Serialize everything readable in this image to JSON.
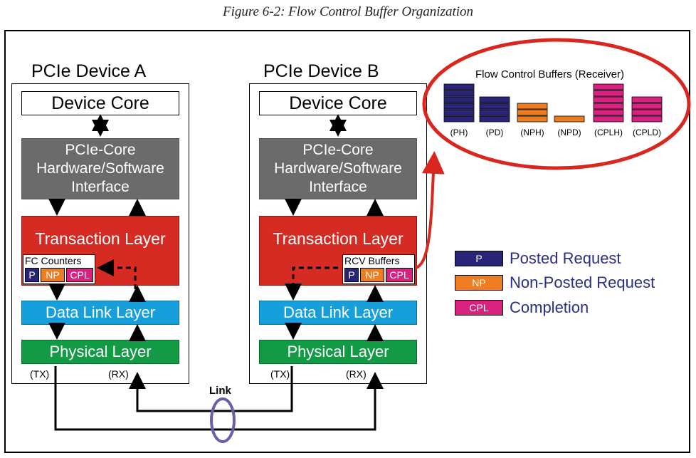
{
  "caption": "Figure 6-2: Flow Control Buffer Organization",
  "devices": {
    "a": {
      "title": "PCIe Device A",
      "core": "Device Core",
      "interface": [
        "PCIe-Core",
        "Hardware/Software",
        "Interface"
      ],
      "transaction": "Transaction Layer",
      "datalink": "Data Link Layer",
      "physical": "Physical Layer",
      "tx": "(TX)",
      "rx": "(RX)",
      "sub_label": "FC Counters"
    },
    "b": {
      "title": "PCIe Device B",
      "core": "Device Core",
      "interface": [
        "PCIe-Core",
        "Hardware/Software",
        "Interface"
      ],
      "transaction": "Transaction Layer",
      "datalink": "Data Link Layer",
      "physical": "Physical Layer",
      "tx": "(TX)",
      "rx": "(RX)",
      "sub_label": "RCV Buffers"
    }
  },
  "chips": [
    "P",
    "NP",
    "CPL"
  ],
  "link_label": "Link",
  "buffers": {
    "title": "Flow Control Buffers (Receiver)",
    "items": [
      {
        "name": "(PH)",
        "type": "P"
      },
      {
        "name": "(PD)",
        "type": "P"
      },
      {
        "name": "(NPH)",
        "type": "NP"
      },
      {
        "name": "(NPD)",
        "type": "NP"
      },
      {
        "name": "(CPLH)",
        "type": "CPL"
      },
      {
        "name": "(CPLD)",
        "type": "CPL"
      }
    ]
  },
  "legend": [
    {
      "chip": "P",
      "label": "Posted Request"
    },
    {
      "chip": "NP",
      "label": "Non-Posted Request"
    },
    {
      "chip": "CPL",
      "label": "Completion"
    }
  ],
  "colors": {
    "P": "#2a2479",
    "NP": "#ee7d22",
    "CPL": "#d9227f",
    "ellipse": "#d9261f",
    "link": "#6b5fa8"
  }
}
